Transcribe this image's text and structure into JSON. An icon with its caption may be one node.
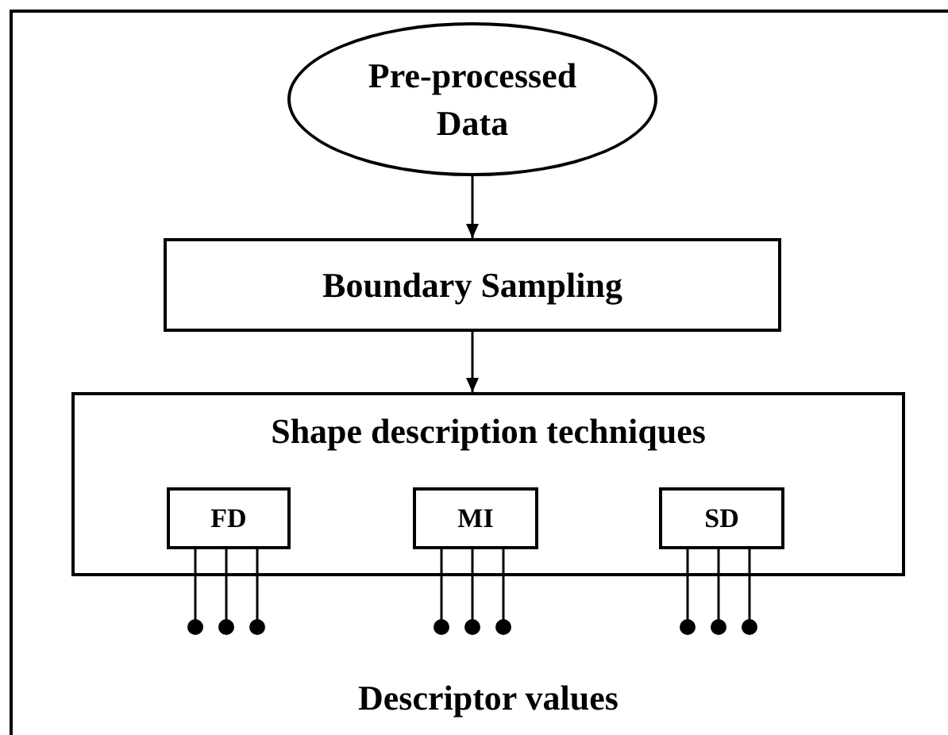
{
  "diagram": {
    "nodes": [
      {
        "text": [
          "Pre-processed Data"
        ]
      },
      {
        "text": [
          "Boundary Sampling"
        ]
      },
      {
        "text": [
          "Shape description techniques"
        ]
      },
      {
        "text": [
          "FD"
        ],
        "in": 2
      },
      {
        "text": [
          "MI"
        ],
        "in": 2
      },
      {
        "text": [
          "SD"
        ],
        "in": 2
      }
    ],
    "edges": [
      {
        "from": 0,
        "to": 1,
        "arrow": "to"
      },
      {
        "from": 1,
        "to": 2,
        "arrow": "to"
      },
      {
        "from": 3,
        "to": null,
        "arrow": "other"
      },
      {
        "from": 3,
        "to": null,
        "arrow": "other"
      },
      {
        "from": 3,
        "to": null,
        "arrow": "other"
      },
      {
        "from": 4,
        "to": null,
        "arrow": "other"
      },
      {
        "from": 4,
        "to": null,
        "arrow": "other"
      },
      {
        "from": 4,
        "to": null,
        "arrow": "other"
      },
      {
        "from": 5,
        "to": null,
        "arrow": "other"
      },
      {
        "from": 5,
        "to": null,
        "arrow": "other"
      },
      {
        "from": 5,
        "to": null,
        "arrow": "other"
      }
    ],
    "labels": [
      "Descriptor values"
    ]
  }
}
